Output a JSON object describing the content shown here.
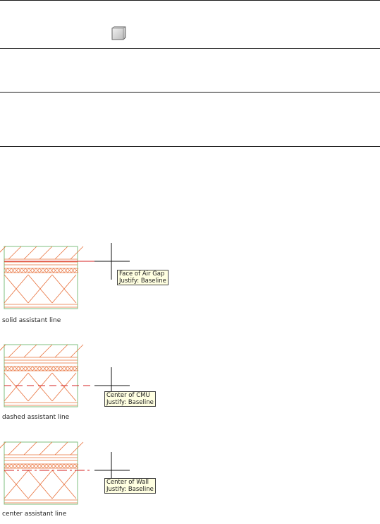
{
  "icons": {
    "tool": "wall-tool-icon"
  },
  "figures": [
    {
      "caption": "solid assistant line",
      "tooltip": {
        "line1": "Face of Air Gap",
        "line2": "Justify: Baseline"
      },
      "line_style": "solid"
    },
    {
      "caption": "dashed assistant line",
      "tooltip": {
        "line1": "Center of CMU",
        "line2": "Justify: Baseline"
      },
      "line_style": "dashed"
    },
    {
      "caption": "center assistant line",
      "tooltip": {
        "line1": "Center of Wall",
        "line2": "Justify: Baseline"
      },
      "line_style": "center"
    }
  ],
  "colors": {
    "hatch": "#e8703a",
    "frame": "#7fbf7f",
    "assistant": "#d62020",
    "tooltip_bg": "#ffffe1"
  }
}
